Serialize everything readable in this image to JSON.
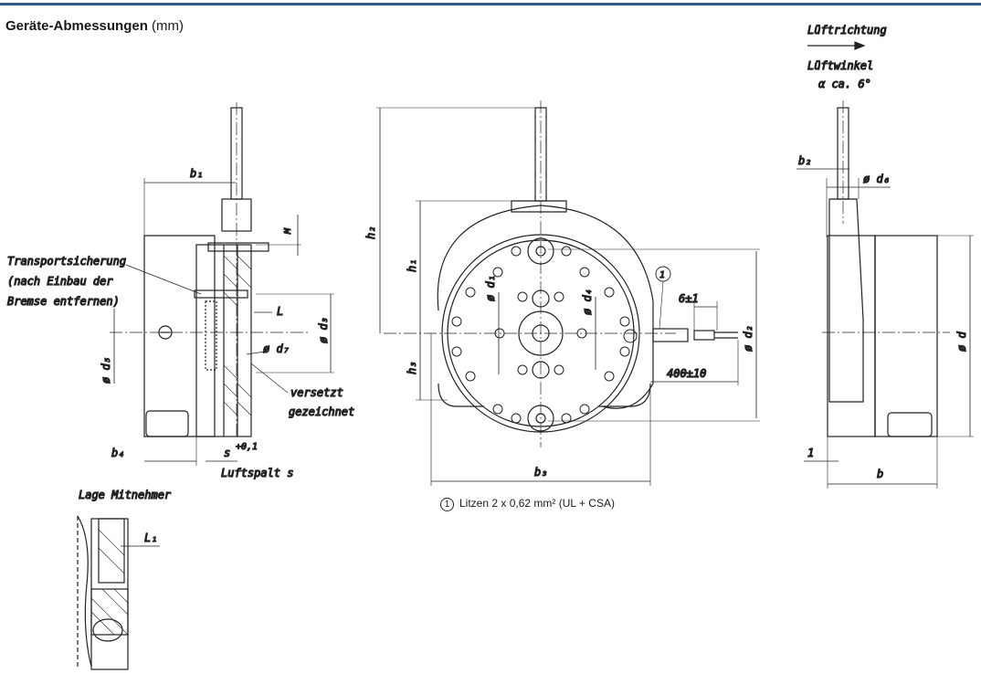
{
  "header": {
    "title": "Geräte-Abmessungen",
    "unit": "(mm)"
  },
  "labels": {
    "lueftrichtung": "Lüftrichtung",
    "lueftwinkel": "Lüftwinkel",
    "winkel_wert": "α ca. 6°",
    "transport_1": "Transportsicherung",
    "transport_2": "(nach Einbau der",
    "transport_3": "Bremse entfernen)",
    "versetzt": "versetzt",
    "gezeichnet": "gezeichnet",
    "luftspalt": "Luftspalt s",
    "lage": "Lage Mitnehmer",
    "dim_b1": "b₁",
    "dim_b2": "b₂",
    "dim_b3": "b₃",
    "dim_b4": "b₄",
    "dim_b": "b",
    "dim_h1": "h₁",
    "dim_h2": "h₂",
    "dim_h3": "h₃",
    "dim_d": "ø d",
    "dim_d1": "ø d₁",
    "dim_d2": "ø d₂",
    "dim_d3": "ø d₃",
    "dim_d4": "ø d₄",
    "dim_d5": "ø d₅",
    "dim_d6": "ø d₆",
    "dim_d7": "ø d₇",
    "dim_L": "L",
    "dim_L1": "L₁",
    "dim_M": "M",
    "dim_s": "s",
    "dim_s_tol": "+0,1",
    "dim_1": "1",
    "dim_6": "6±1",
    "dim_400": "400±10",
    "marker_1": "1"
  },
  "footnote": {
    "marker": "1",
    "text": "Litzen 2 x 0,62 mm² (UL + CSA)"
  }
}
